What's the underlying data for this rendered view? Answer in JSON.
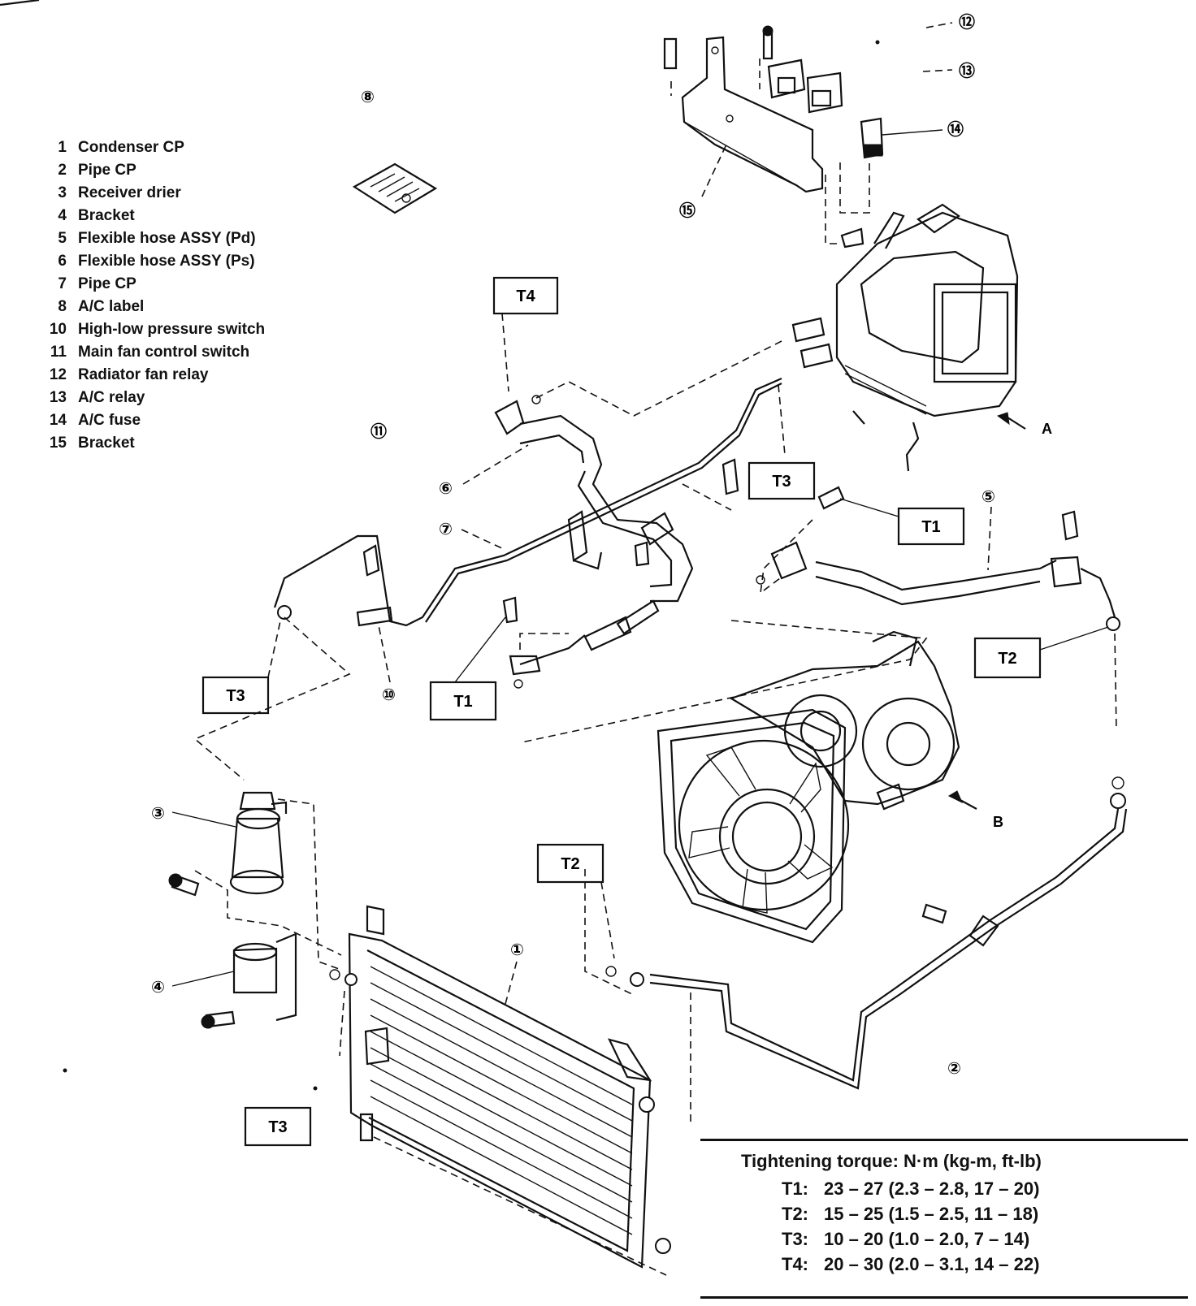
{
  "legend": [
    {
      "num": "1",
      "text": "Condenser CP"
    },
    {
      "num": "2",
      "text": "Pipe CP"
    },
    {
      "num": "3",
      "text": "Receiver drier"
    },
    {
      "num": "4",
      "text": "Bracket"
    },
    {
      "num": "5",
      "text": "Flexible hose ASSY (Pd)"
    },
    {
      "num": "6",
      "text": "Flexible hose ASSY (Ps)"
    },
    {
      "num": "7",
      "text": "Pipe CP"
    },
    {
      "num": "8",
      "text": "A/C label"
    },
    {
      "num": "10",
      "text": "High-low pressure switch"
    },
    {
      "num": "11",
      "text": "Main fan control switch"
    },
    {
      "num": "12",
      "text": "Radiator fan relay"
    },
    {
      "num": "13",
      "text": "A/C relay"
    },
    {
      "num": "14",
      "text": "A/C fuse"
    },
    {
      "num": "15",
      "text": "Bracket"
    }
  ],
  "callouts": {
    "c1": "①",
    "c2": "②",
    "c3": "③",
    "c4": "④",
    "c5": "⑤",
    "c6": "⑥",
    "c7": "⑦",
    "c8": "⑧",
    "c10": "⑩",
    "c11": "⑪",
    "c12": "⑫",
    "c13": "⑬",
    "c14": "⑭",
    "c15": "⑮"
  },
  "torque_boxes": {
    "t4_top": "T4",
    "t3_evap": "T3",
    "t1_upper": "T1",
    "t2_right": "T2",
    "t3_left": "T3",
    "t1_mid": "T1",
    "t2_lower": "T2",
    "t3_bottom": "T3"
  },
  "views": {
    "a": "A",
    "b": "B"
  },
  "torque_table": {
    "title": "Tightening torque:  N·m (kg-m, ft-lb)",
    "rows": [
      {
        "key": "T1:",
        "value": "23 – 27 (2.3 – 2.8, 17 – 20)"
      },
      {
        "key": "T2:",
        "value": "15 – 25 (1.5 – 2.5, 11 – 18)"
      },
      {
        "key": "T3:",
        "value": "10 – 20 (1.0 – 2.0, 7 – 14)"
      },
      {
        "key": "T4:",
        "value": "20 – 30 (2.0 – 3.1, 14 – 22)"
      }
    ]
  }
}
